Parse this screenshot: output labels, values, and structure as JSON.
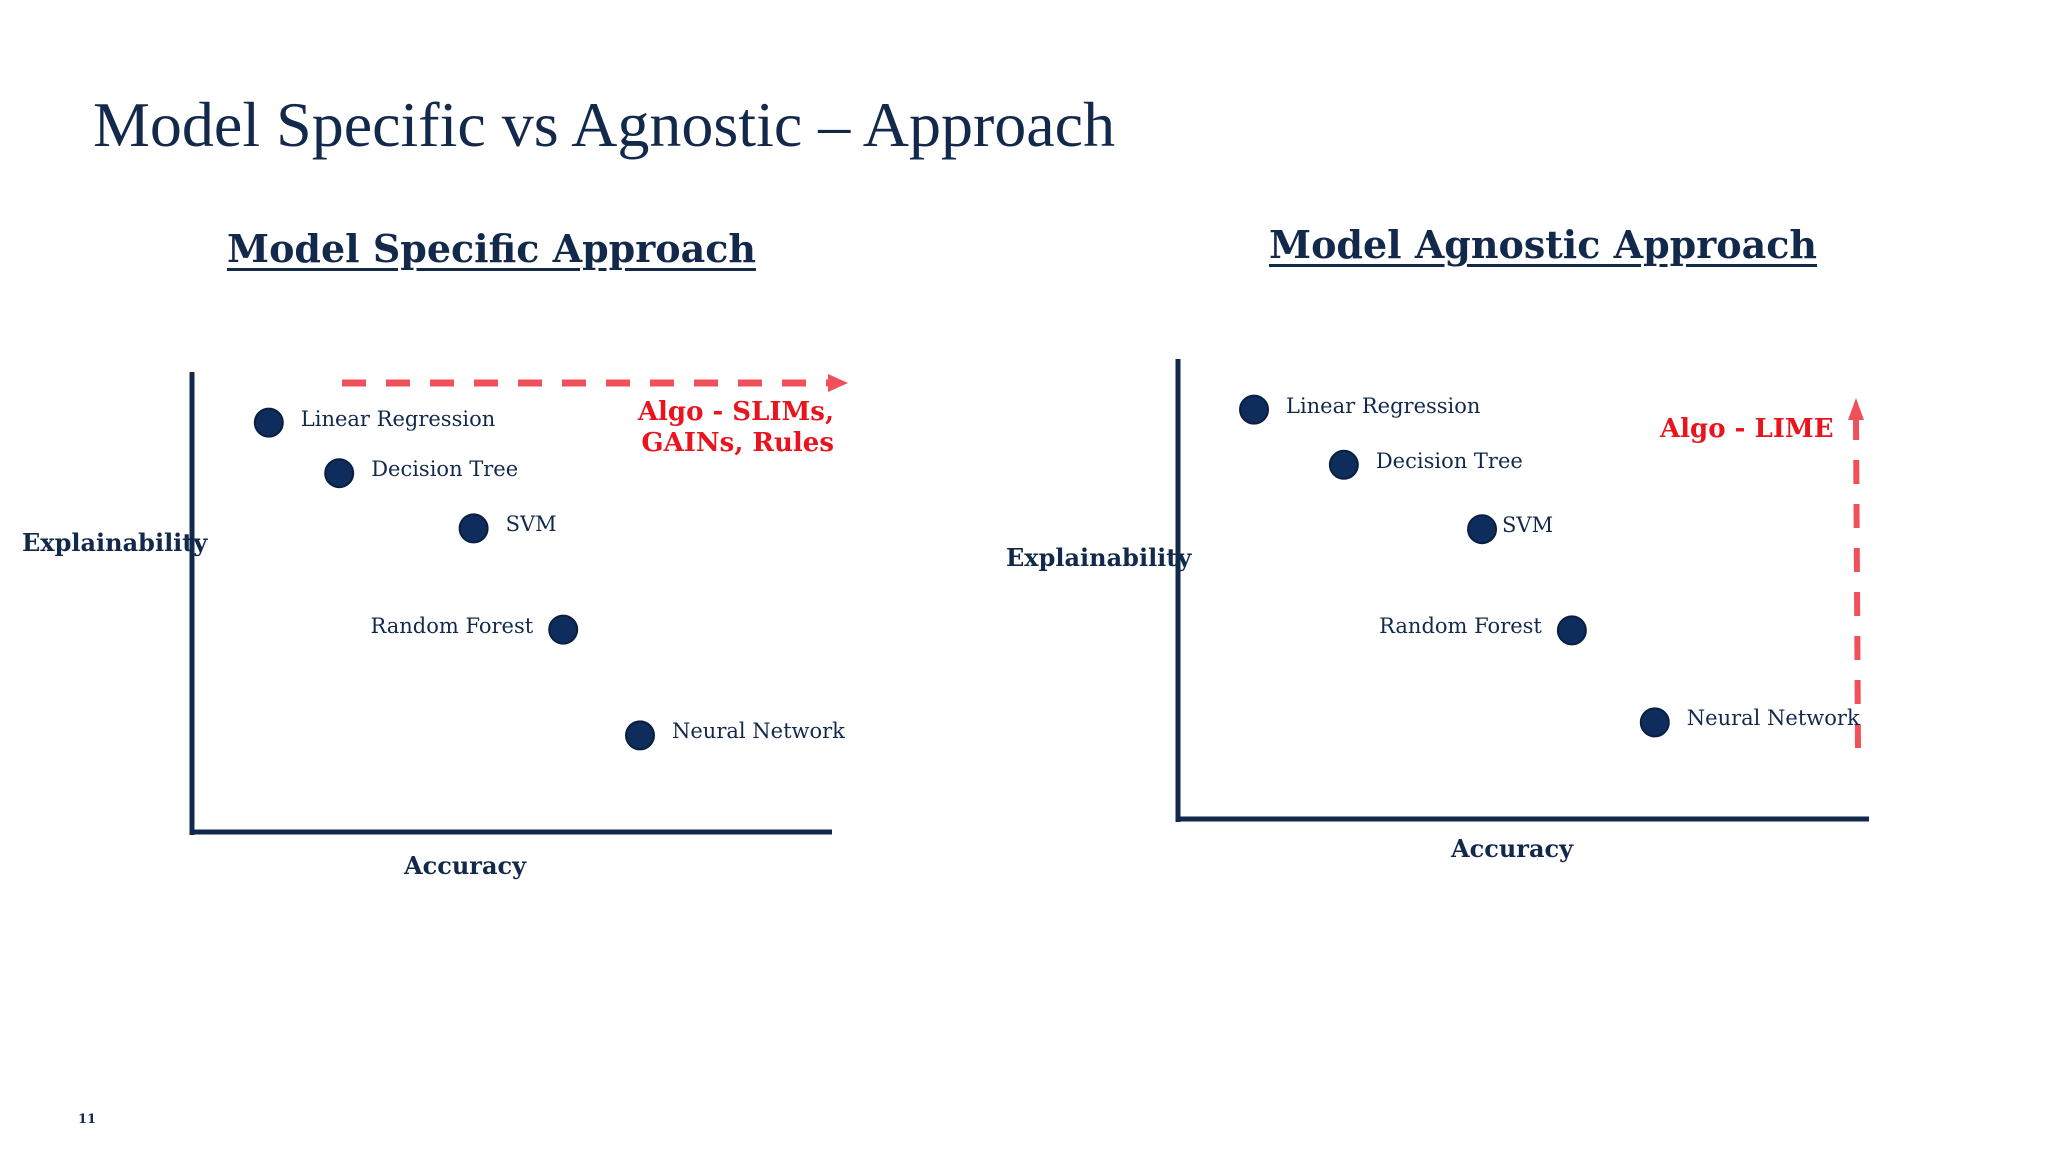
{
  "title": "Model Specific vs Agnostic – Approach",
  "page_number": "11",
  "colors": {
    "text": "#13294b",
    "dot": "#0f2d5c",
    "accent": "#e8141e",
    "arrow": "#f0505a"
  },
  "chart_data": [
    {
      "type": "scatter",
      "title": "Model Specific Approach",
      "xlabel": "Accuracy",
      "ylabel": "Explainability",
      "annotation": [
        "Algo - SLIMs,",
        "GAINs, Rules"
      ],
      "arrow_direction": "right",
      "points": [
        {
          "label": "Linear Regression",
          "x": 12,
          "y": 89
        },
        {
          "label": "Decision Tree",
          "x": 23,
          "y": 78
        },
        {
          "label": "SVM",
          "x": 44,
          "y": 66
        },
        {
          "label": "Random Forest",
          "x": 58,
          "y": 44
        },
        {
          "label": "Neural Network",
          "x": 70,
          "y": 21
        }
      ]
    },
    {
      "type": "scatter",
      "title": "Model Agnostic Approach",
      "xlabel": "Accuracy",
      "ylabel": "Explainability",
      "annotation": [
        "Algo - LIME"
      ],
      "arrow_direction": "up",
      "points": [
        {
          "label": "Linear Regression",
          "x": 11,
          "y": 89
        },
        {
          "label": "Decision Tree",
          "x": 24,
          "y": 77
        },
        {
          "label": "SVM",
          "x": 44,
          "y": 63
        },
        {
          "label": "Random Forest",
          "x": 57,
          "y": 41
        },
        {
          "label": "Neural Network",
          "x": 69,
          "y": 21
        }
      ]
    }
  ]
}
